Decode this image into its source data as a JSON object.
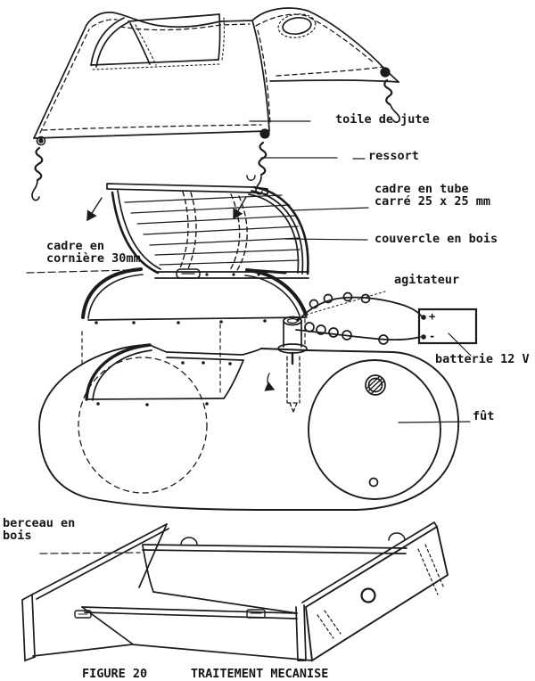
{
  "diagram": {
    "title_hidden_caption": "FIGURE 20      TRAITEMENT MECANISE",
    "labels": {
      "toile_de_jute": "toile de jute",
      "ressort": "ressort",
      "cadre_tube": "cadre en tube\ncarré 25 x 25 mm",
      "couvercle": "couvercle en bois",
      "corniere": "cadre en\ncornière 30mm",
      "agitateur": "agitateur",
      "batterie": "batterie 12 V",
      "fut": "fût",
      "berceau": "berceau en\nbois",
      "battery_plus": "+",
      "battery_minus": "-"
    },
    "colors": {
      "ink": "#1b1b1b",
      "paper": "#ffffff"
    }
  }
}
